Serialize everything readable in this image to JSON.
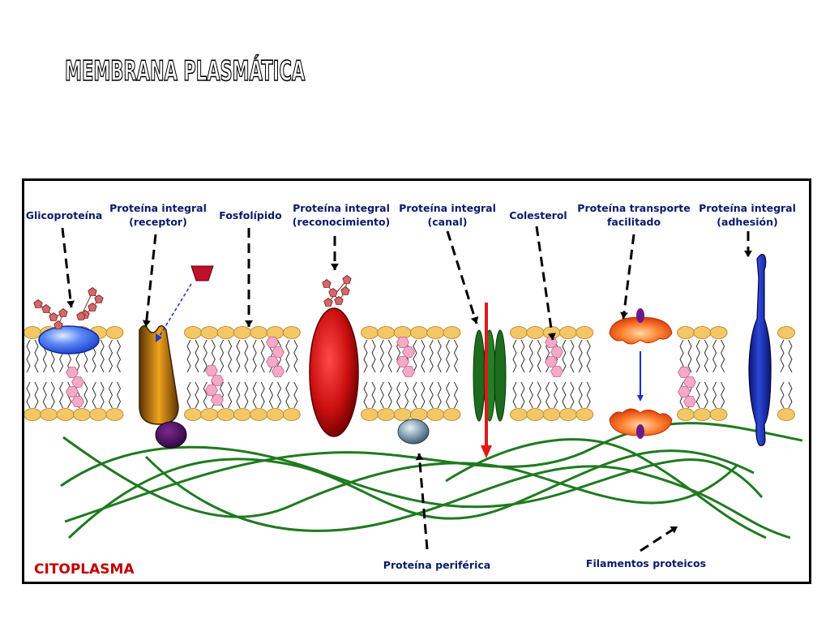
{
  "title": "MEMBRANA PLASMÁTICA",
  "labels": {
    "glicoproteina": "Glicoproteína",
    "receptor_1": "Proteína integral",
    "receptor_2": "(receptor)",
    "fosfolipido": "Fosfolípido",
    "reconocimiento_1": "Proteína integral",
    "reconocimiento_2": "(reconocimiento)",
    "canal_1": "Proteína integral",
    "canal_2": "(canal)",
    "colesterol": "Colesterol",
    "transporte_1": "Proteína transporte",
    "transporte_2": "facilitado",
    "adhesion_1": "Proteína integral",
    "adhesion_2": "(adhesión)",
    "periferica": "Proteína periférica",
    "filamentos": "Filamentos proteicos",
    "citoplasma": "CITOPLASMA"
  },
  "colors": {
    "label_text": "#0a1a6b",
    "citoplasma": "#c00000",
    "phospholipid_head": "#f3c766",
    "cholesterol": "#f4a9c6",
    "filament": "#1f7a1f",
    "glycoprotein": "#4a7df2",
    "receptor": "#c9820e",
    "recognition": "#d01818",
    "channel": "#1e7a1e",
    "transporter": "#ff8a3d",
    "adhesion": "#1a2fa8",
    "sugar": "#d06a6a"
  }
}
